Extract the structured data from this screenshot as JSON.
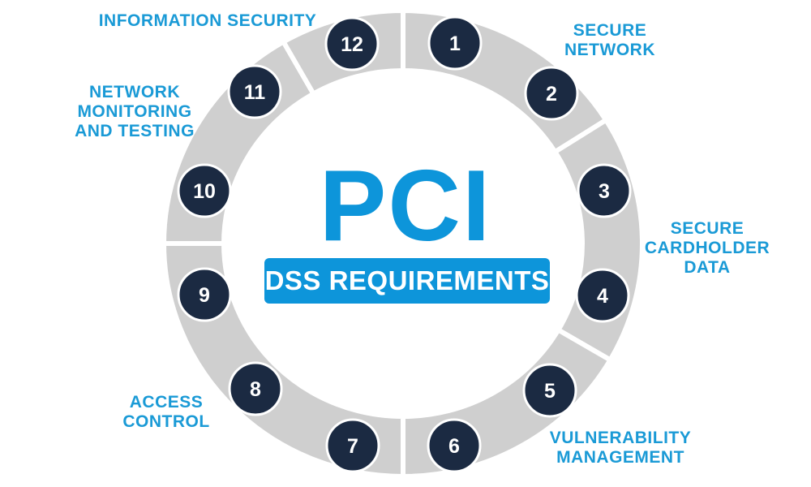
{
  "center": {
    "title": "PCI",
    "subtitle": "DSS REQUIREMENTS"
  },
  "requirements": [
    "1",
    "2",
    "3",
    "4",
    "5",
    "6",
    "7",
    "8",
    "9",
    "10",
    "11",
    "12"
  ],
  "groups": [
    {
      "label": "SECURE\nNETWORK",
      "requirements": [
        "1",
        "2"
      ]
    },
    {
      "label": "SECURE\nCARDHOLDER\nDATA",
      "requirements": [
        "3",
        "4"
      ]
    },
    {
      "label": "VULNERABILITY\nMANAGEMENT",
      "requirements": [
        "5",
        "6"
      ]
    },
    {
      "label": "ACCESS\nCONTROL",
      "requirements": [
        "7",
        "8",
        "9"
      ]
    },
    {
      "label": "NETWORK\nMONITORING\nAND TESTING",
      "requirements": [
        "10",
        "11"
      ]
    },
    {
      "label": "INFORMATION SECURITY",
      "requirements": [
        "12"
      ]
    }
  ],
  "colors": {
    "ring": "#cfcfcf",
    "node": "#1b2a42",
    "accent": "#0d95da",
    "label": "#1a9ad6"
  }
}
